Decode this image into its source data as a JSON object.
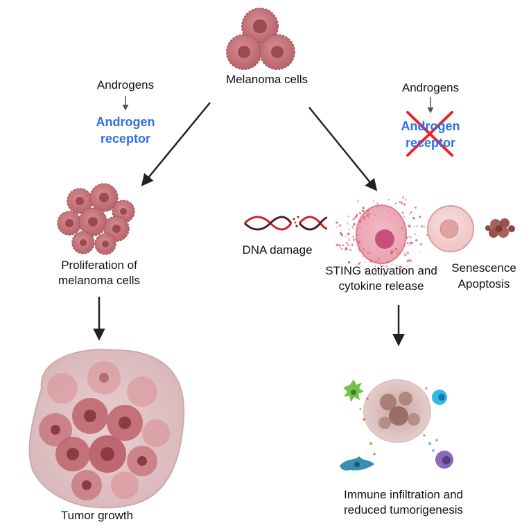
{
  "colors": {
    "cell_fill": "#c97a80",
    "cell_dark": "#9c4a52",
    "nucleus": "#8c3b44",
    "arrow": "#222222",
    "receptor_text": "#2d6fe6",
    "cross": "#e8242b"
  },
  "icons": {
    "top": "melanoma-cell-cluster-icon",
    "prolif": "proliferating-cell-cluster-icon",
    "tumor": "tumor-mass-icon",
    "dna": "dna-helix-icon",
    "sting": "sting-activated-cell-icon",
    "senescent": "senescent-cell-icon",
    "apoptotic": "apoptotic-cell-icon",
    "immune": "immune-cells-icon",
    "cross": "red-x-icon"
  },
  "labels": {
    "top": "Melanoma cells",
    "left_androgens": "Androgens",
    "left_receptor": [
      "Androgen",
      "receptor"
    ],
    "right_androgens": "Androgens",
    "right_receptor": [
      "Androgen",
      "receptor"
    ],
    "proliferation": [
      "Proliferation of",
      "melanoma cells"
    ],
    "tumor": "Tumor growth",
    "dna": "DNA damage",
    "sting": [
      "STING activation and",
      "cytokine release"
    ],
    "senescence": "Senescence",
    "apoptosis": "Apoptosis",
    "immune": [
      "Immune infiltration and",
      "reduced tumorigenesis"
    ]
  }
}
